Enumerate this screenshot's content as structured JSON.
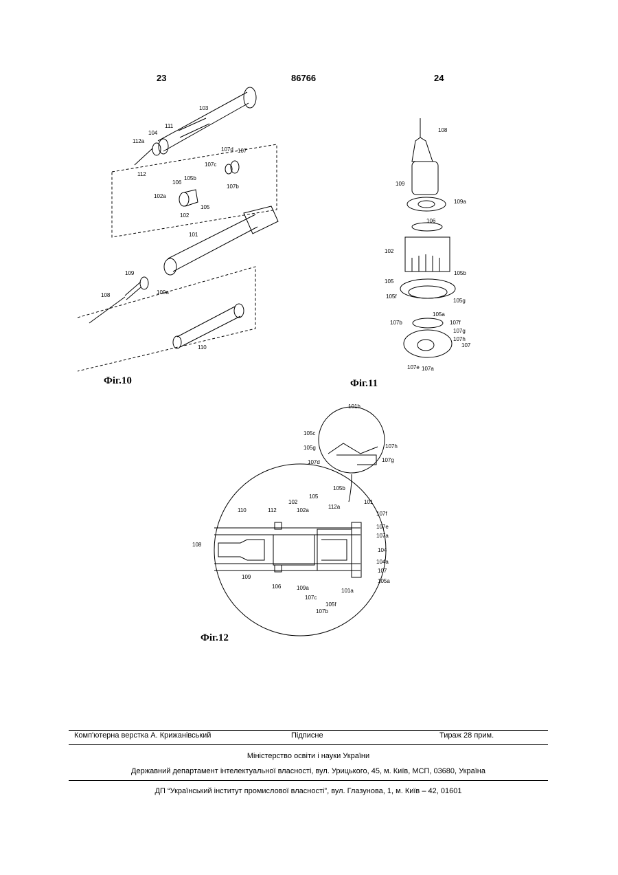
{
  "header": {
    "left_page": "23",
    "patent_number": "86766",
    "right_page": "24"
  },
  "figures": {
    "fig10": {
      "caption": "Фіг.10",
      "labels": [
        "103",
        "111",
        "104",
        "112a",
        "112",
        "107d",
        "107",
        "107c",
        "107b",
        "106",
        "105b",
        "102a",
        "105",
        "102",
        "101",
        "109",
        "109a",
        "108",
        "110"
      ]
    },
    "fig11": {
      "caption": "Фіг.11",
      "labels": [
        "108",
        "109",
        "109a",
        "106",
        "102",
        "105b",
        "105",
        "105f",
        "105g",
        "105a",
        "107b",
        "107f",
        "107g",
        "107h",
        "107",
        "107e",
        "107a"
      ]
    },
    "fig12": {
      "caption": "Фіг.12",
      "detail_labels": [
        "101b",
        "105c",
        "105g",
        "107h",
        "107d",
        "107g"
      ],
      "labels": [
        "105b",
        "105",
        "112a",
        "101",
        "107f",
        "110",
        "112",
        "102",
        "102a",
        "107e",
        "107a",
        "108",
        "104",
        "104a",
        "107",
        "105a",
        "109",
        "106",
        "109a",
        "107c",
        "101a",
        "105f",
        "107b"
      ]
    }
  },
  "footer": {
    "composer": "Комп'ютерна верстка А. Крижанівський",
    "signed": "Підписне",
    "circulation": "Тираж 28 прим.",
    "ministry": "Міністерство освіти і науки України",
    "department": "Державний департамент інтелектуальної власності, вул. Урицького, 45, м. Київ, МСП, 03680, Україна",
    "institute": "ДП “Український інститут промислової власності”, вул. Глазунова, 1, м. Київ – 42, 01601"
  }
}
